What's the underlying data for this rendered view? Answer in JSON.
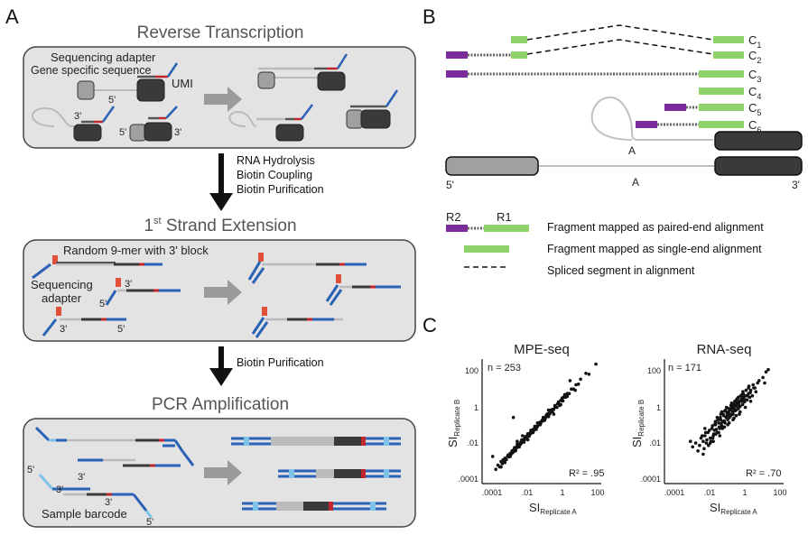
{
  "panels": {
    "a": "A",
    "b": "B",
    "c": "C"
  },
  "panel_a": {
    "step1_title": "Reverse Transcription",
    "step1_labels": {
      "seq_adapter": "Sequencing adapter",
      "gene_specific": "Gene specific sequence",
      "umi": "UMI",
      "three_prime": "3'",
      "five_prime": "5'"
    },
    "between_1_2": [
      "RNA Hydrolysis",
      "Biotin Coupling",
      "Biotin Purification"
    ],
    "step2_title_main": "1",
    "step2_title_sup": "st",
    "step2_title_rest": " Strand Extension",
    "step2_labels": {
      "random_9mer": "Random 9-mer with 3' block",
      "seq_adapter_1": "Sequencing",
      "seq_adapter_2": "adapter",
      "three_prime": "3'",
      "five_prime": "5'"
    },
    "between_2_3": [
      "Biotin Purification"
    ],
    "step3_title": "PCR Amplification",
    "step3_labels": {
      "sample_barcode": "Sample barcode",
      "three_prime": "3'",
      "five_prime": "5'"
    }
  },
  "panel_b": {
    "fragments": [
      "C",
      "C",
      "C",
      "C",
      "C",
      "C"
    ],
    "fragment_subs": [
      "1",
      "2",
      "3",
      "4",
      "5",
      "6"
    ],
    "a_label": "A",
    "five_prime": "5'",
    "three_prime": "3'",
    "legend": {
      "r2": "R2",
      "r1": "R1",
      "paired": "Fragment mapped as paired-end alignment",
      "single": "Fragment mapped as single-end alignment",
      "spliced": "Spliced segment in alignment"
    },
    "colors": {
      "purple": "#7b2a9a",
      "green": "#8fd16a"
    }
  },
  "panel_c": {
    "chart_data": [
      {
        "type": "scatter",
        "title": "MPE-seq",
        "n_label": "n = 253",
        "r2_label": "R² = .95",
        "xlabel": "SI",
        "xlabel_sub": "Replicate A",
        "ylabel": "SI",
        "ylabel_sub": "Replicate B",
        "log_scale": true,
        "xlim": [
          5e-05,
          300
        ],
        "ylim": [
          5e-05,
          300
        ],
        "x_ticks": [
          ".0001",
          ".01",
          "1",
          "100"
        ],
        "y_ticks": [
          "100",
          "1",
          ".01",
          ".0001"
        ],
        "points": [
          [
            0.0003,
            0.0003
          ],
          [
            0.0004,
            0.0005
          ],
          [
            0.0005,
            0.0004
          ],
          [
            0.0006,
            0.0008
          ],
          [
            0.0007,
            0.0006
          ],
          [
            0.0008,
            0.001
          ],
          [
            0.0009,
            0.0008
          ],
          [
            0.001,
            0.0012
          ],
          [
            0.0012,
            0.001
          ],
          [
            0.0014,
            0.0015
          ],
          [
            0.0015,
            0.0018
          ],
          [
            0.0017,
            0.0014
          ],
          [
            0.002,
            0.0022
          ],
          [
            0.0022,
            0.0019
          ],
          [
            0.0025,
            0.003
          ],
          [
            0.0028,
            0.0024
          ],
          [
            0.003,
            0.0033
          ],
          [
            0.0033,
            0.0029
          ],
          [
            0.0036,
            0.004
          ],
          [
            0.004,
            0.0036
          ],
          [
            0.0045,
            0.005
          ],
          [
            0.005,
            0.0046
          ],
          [
            0.0055,
            0.006
          ],
          [
            0.006,
            0.0055
          ],
          [
            0.007,
            0.0072
          ],
          [
            0.0075,
            0.0068
          ],
          [
            0.008,
            0.009
          ],
          [
            0.009,
            0.0082
          ],
          [
            0.01,
            0.011
          ],
          [
            0.011,
            0.01
          ],
          [
            0.012,
            0.013
          ],
          [
            0.013,
            0.012
          ],
          [
            0.015,
            0.016
          ],
          [
            0.016,
            0.015
          ],
          [
            0.018,
            0.02
          ],
          [
            0.02,
            0.018
          ],
          [
            0.022,
            0.024
          ],
          [
            0.025,
            0.022
          ],
          [
            0.028,
            0.03
          ],
          [
            0.03,
            0.027
          ],
          [
            0.033,
            0.036
          ],
          [
            0.036,
            0.033
          ],
          [
            0.04,
            0.044
          ],
          [
            0.045,
            0.04
          ],
          [
            0.05,
            0.055
          ],
          [
            0.055,
            0.05
          ],
          [
            0.06,
            0.066
          ],
          [
            0.07,
            0.063
          ],
          [
            0.08,
            0.088
          ],
          [
            0.09,
            0.082
          ],
          [
            0.1,
            0.11
          ],
          [
            0.11,
            0.1
          ],
          [
            0.13,
            0.14
          ],
          [
            0.15,
            0.13
          ],
          [
            0.17,
            0.19
          ],
          [
            0.2,
            0.18
          ],
          [
            0.22,
            0.25
          ],
          [
            0.25,
            0.23
          ],
          [
            0.3,
            0.33
          ],
          [
            0.35,
            0.31
          ],
          [
            0.4,
            0.45
          ],
          [
            0.45,
            0.4
          ],
          [
            0.5,
            0.55
          ],
          [
            0.6,
            0.55
          ],
          [
            0.7,
            0.78
          ],
          [
            0.8,
            0.72
          ],
          [
            1.0,
            1.1
          ],
          [
            1.2,
            1.05
          ],
          [
            1.5,
            1.7
          ],
          [
            1.8,
            1.6
          ],
          [
            2.2,
            2.5
          ],
          [
            2.8,
            2.5
          ],
          [
            3.5,
            4.0
          ],
          [
            4.5,
            4.0
          ],
          [
            6,
            7
          ],
          [
            8,
            7
          ],
          [
            11,
            12
          ],
          [
            15,
            13
          ],
          [
            20,
            24
          ],
          [
            0.0006,
            0.0004
          ],
          [
            0.002,
            0.0015
          ],
          [
            0.005,
            0.007
          ],
          [
            0.012,
            0.009
          ],
          [
            0.03,
            0.04
          ],
          [
            0.06,
            0.045
          ],
          [
            0.15,
            0.2
          ],
          [
            0.3,
            0.22
          ],
          [
            0.7,
            0.9
          ],
          [
            1.3,
            0.9
          ],
          [
            2.5,
            3.5
          ],
          [
            0.004,
            0.003
          ],
          [
            0.009,
            0.012
          ],
          [
            0.02,
            0.026
          ],
          [
            0.04,
            0.03
          ],
          [
            0.08,
            0.1
          ],
          [
            0.18,
            0.14
          ],
          [
            0.4,
            0.5
          ],
          [
            0.9,
            0.7
          ],
          [
            1.8,
            2.3
          ],
          [
            3.5,
            2.8
          ],
          [
            0.0035,
            0.0045
          ],
          [
            0.0065,
            0.005
          ],
          [
            0.014,
            0.018
          ],
          [
            0.024,
            0.019
          ],
          [
            0.05,
            0.065
          ],
          [
            0.1,
            0.08
          ],
          [
            0.25,
            0.3
          ],
          [
            0.5,
            0.4
          ],
          [
            1.1,
            1.4
          ],
          [
            2.0,
            1.6
          ],
          [
            0.005,
            0.01
          ],
          [
            0.001,
            0.0007
          ],
          [
            0.01,
            0.02
          ],
          [
            40,
            50
          ],
          [
            60,
            45
          ],
          [
            0.003,
            0.2
          ],
          [
            150,
            160
          ],
          [
            0.0002,
            0.0015
          ],
          [
            5,
            20
          ],
          [
            10,
            6
          ],
          [
            0.02,
            0.012
          ],
          [
            0.07,
            0.1
          ],
          [
            0.3,
            0.5
          ],
          [
            0.6,
            0.3
          ],
          [
            1.5,
            1.0
          ]
        ]
      },
      {
        "type": "scatter",
        "title": "RNA-seq",
        "n_label": "n = 171",
        "r2_label": "R² = .70",
        "xlabel": "SI",
        "xlabel_sub": "Replicate A",
        "ylabel": "SI",
        "ylabel_sub": "Replicate B",
        "log_scale": true,
        "xlim": [
          5e-05,
          300
        ],
        "ylim": [
          5e-05,
          300
        ],
        "x_ticks": [
          ".0001",
          ".01",
          "1",
          "100"
        ],
        "y_ticks": [
          "100",
          "1",
          ".01",
          ".0001"
        ],
        "points": [
          [
            0.003,
            0.008
          ],
          [
            0.005,
            0.006
          ],
          [
            0.006,
            0.015
          ],
          [
            0.008,
            0.01
          ],
          [
            0.01,
            0.02
          ],
          [
            0.012,
            0.008
          ],
          [
            0.015,
            0.03
          ],
          [
            0.02,
            0.015
          ],
          [
            0.025,
            0.05
          ],
          [
            0.03,
            0.02
          ],
          [
            0.035,
            0.04
          ],
          [
            0.04,
            0.08
          ],
          [
            0.05,
            0.03
          ],
          [
            0.06,
            0.1
          ],
          [
            0.07,
            0.05
          ],
          [
            0.08,
            0.15
          ],
          [
            0.09,
            0.07
          ],
          [
            0.1,
            0.12
          ],
          [
            0.12,
            0.25
          ],
          [
            0.14,
            0.1
          ],
          [
            0.16,
            0.2
          ],
          [
            0.18,
            0.35
          ],
          [
            0.2,
            0.15
          ],
          [
            0.22,
            0.4
          ],
          [
            0.25,
            0.2
          ],
          [
            0.28,
            0.5
          ],
          [
            0.3,
            0.25
          ],
          [
            0.35,
            0.6
          ],
          [
            0.4,
            0.3
          ],
          [
            0.45,
            0.8
          ],
          [
            0.5,
            0.45
          ],
          [
            0.55,
            1.0
          ],
          [
            0.6,
            0.5
          ],
          [
            0.7,
            1.2
          ],
          [
            0.8,
            0.6
          ],
          [
            0.9,
            1.5
          ],
          [
            1.0,
            0.8
          ],
          [
            1.2,
            2.0
          ],
          [
            1.4,
            1.0
          ],
          [
            1.6,
            2.5
          ],
          [
            1.8,
            1.4
          ],
          [
            2.0,
            3.0
          ],
          [
            2.5,
            1.8
          ],
          [
            3.0,
            4.0
          ],
          [
            3.5,
            2.5
          ],
          [
            4,
            6
          ],
          [
            5,
            3
          ],
          [
            6,
            8
          ],
          [
            8,
            5
          ],
          [
            10,
            15
          ],
          [
            0.01,
            0.05
          ],
          [
            0.02,
            0.008
          ],
          [
            0.04,
            0.12
          ],
          [
            0.06,
            0.03
          ],
          [
            0.08,
            0.3
          ],
          [
            0.1,
            0.05
          ],
          [
            0.15,
            0.5
          ],
          [
            0.2,
            0.08
          ],
          [
            0.3,
            0.9
          ],
          [
            0.4,
            0.15
          ],
          [
            0.5,
            1.5
          ],
          [
            0.6,
            0.25
          ],
          [
            0.8,
            2.5
          ],
          [
            1.0,
            0.4
          ],
          [
            1.5,
            4
          ],
          [
            2,
            0.7
          ],
          [
            3,
            8
          ],
          [
            4,
            1.5
          ],
          [
            0.03,
            0.01
          ],
          [
            0.05,
            0.2
          ],
          [
            0.07,
            0.02
          ],
          [
            0.09,
            0.4
          ],
          [
            0.13,
            0.06
          ],
          [
            0.17,
            0.7
          ],
          [
            0.24,
            0.1
          ],
          [
            0.33,
            1.2
          ],
          [
            0.45,
            0.18
          ],
          [
            0.65,
            2.0
          ],
          [
            0.9,
            0.3
          ],
          [
            1.3,
            3.5
          ],
          [
            0.004,
            0.003
          ],
          [
            0.007,
            0.02
          ],
          [
            0.009,
            0.004
          ],
          [
            0.011,
            0.03
          ],
          [
            0.013,
            0.012
          ],
          [
            0.018,
            0.04
          ],
          [
            0.022,
            0.01
          ],
          [
            0.027,
            0.07
          ],
          [
            0.032,
            0.025
          ],
          [
            0.038,
            0.09
          ],
          [
            0.045,
            0.045
          ],
          [
            0.055,
            0.15
          ],
          [
            0.065,
            0.06
          ],
          [
            0.075,
            0.2
          ],
          [
            0.085,
            0.09
          ],
          [
            0.11,
            0.3
          ],
          [
            0.125,
            0.13
          ],
          [
            0.135,
            0.45
          ],
          [
            0.19,
            0.25
          ],
          [
            0.23,
            0.6
          ],
          [
            0.27,
            0.3
          ],
          [
            0.32,
            0.8
          ],
          [
            0.38,
            0.4
          ],
          [
            0.42,
            1.1
          ],
          [
            0.48,
            0.6
          ],
          [
            0.58,
            1.6
          ],
          [
            0.68,
            0.8
          ],
          [
            0.75,
            2.2
          ],
          [
            0.85,
            1.1
          ],
          [
            1.1,
            3
          ],
          [
            1.25,
            1.5
          ],
          [
            1.45,
            5
          ],
          [
            1.7,
            2
          ],
          [
            2.2,
            6
          ],
          [
            2.6,
            3
          ],
          [
            3.2,
            10
          ],
          [
            3.8,
            4.5
          ],
          [
            5.5,
            12
          ],
          [
            7,
            8
          ],
          [
            12,
            20
          ],
          [
            20,
            30
          ],
          [
            30,
            60
          ],
          [
            25,
            15
          ],
          [
            40,
            80
          ],
          [
            0.002,
            0.005
          ],
          [
            0.0015,
            0.01
          ],
          [
            0.008,
            0.002
          ],
          [
            0.016,
            0.006
          ],
          [
            0.028,
            0.015
          ],
          [
            0.042,
            0.025
          ]
        ]
      }
    ]
  }
}
